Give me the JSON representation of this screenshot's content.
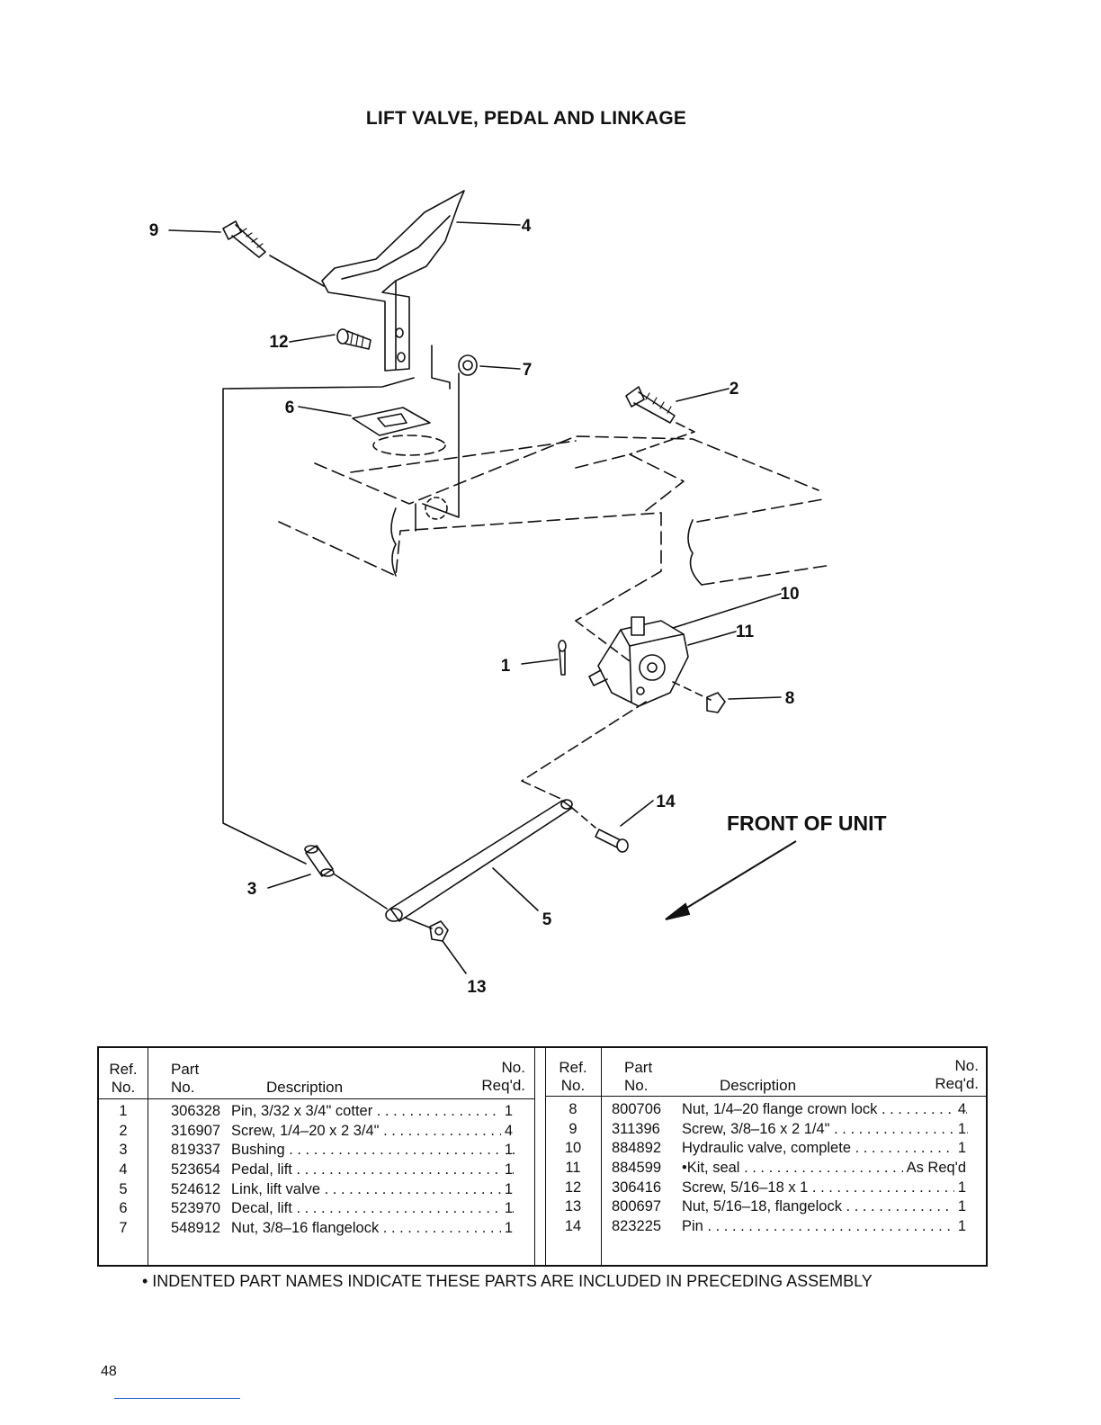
{
  "page": {
    "title": "LIFT VALVE, PEDAL AND LINKAGE",
    "page_number": "48",
    "footnote": "• INDENTED PART NAMES INDICATE THESE PARTS ARE INCLUDED IN PRECEDING ASSEMBLY"
  },
  "diagram": {
    "front_label": "FRONT OF UNIT",
    "callouts": [
      "1",
      "2",
      "3",
      "4",
      "5",
      "6",
      "7",
      "8",
      "9",
      "10",
      "11",
      "12",
      "13",
      "14"
    ]
  },
  "table": {
    "headers": {
      "ref_line1": "Ref.",
      "ref_line2": "No.",
      "part_line1": "Part",
      "part_line2": "No.",
      "desc": "Description",
      "qty_line1": "No.",
      "qty_line2": "Req'd."
    },
    "left_rows": [
      {
        "ref": "1",
        "part": "306328",
        "desc": "Pin, 3/32 x 3/4\" cotter",
        "qty": "1"
      },
      {
        "ref": "2",
        "part": "316907",
        "desc": "Screw, 1/4–20 x 2 3/4\"",
        "qty": "4"
      },
      {
        "ref": "3",
        "part": "819337",
        "desc": "Bushing",
        "qty": "1"
      },
      {
        "ref": "4",
        "part": "523654",
        "desc": "Pedal, lift",
        "qty": "1"
      },
      {
        "ref": "5",
        "part": "524612",
        "desc": "Link, lift valve",
        "qty": "1"
      },
      {
        "ref": "6",
        "part": "523970",
        "desc": "Decal, lift",
        "qty": "1"
      },
      {
        "ref": "7",
        "part": "548912",
        "desc": "Nut, 3/8–16 flangelock",
        "qty": "1"
      }
    ],
    "right_rows": [
      {
        "ref": "8",
        "part": "800706",
        "desc": "Nut, 1/4–20 flange crown lock",
        "qty": "4"
      },
      {
        "ref": "9",
        "part": "311396",
        "desc": "Screw, 3/8–16 x 2 1/4\"",
        "qty": "1"
      },
      {
        "ref": "10",
        "part": "884892",
        "desc": "Hydraulic valve, complete",
        "qty": "1"
      },
      {
        "ref": "11",
        "part": "884599",
        "desc": "•Kit, seal",
        "qty": "As Req'd"
      },
      {
        "ref": "12",
        "part": "306416",
        "desc": "Screw, 5/16–18 x 1",
        "qty": "1"
      },
      {
        "ref": "13",
        "part": "800697",
        "desc": "Nut, 5/16–18, flangelock",
        "qty": "1"
      },
      {
        "ref": "14",
        "part": "823225",
        "desc": "Pin",
        "qty": "1"
      }
    ]
  }
}
